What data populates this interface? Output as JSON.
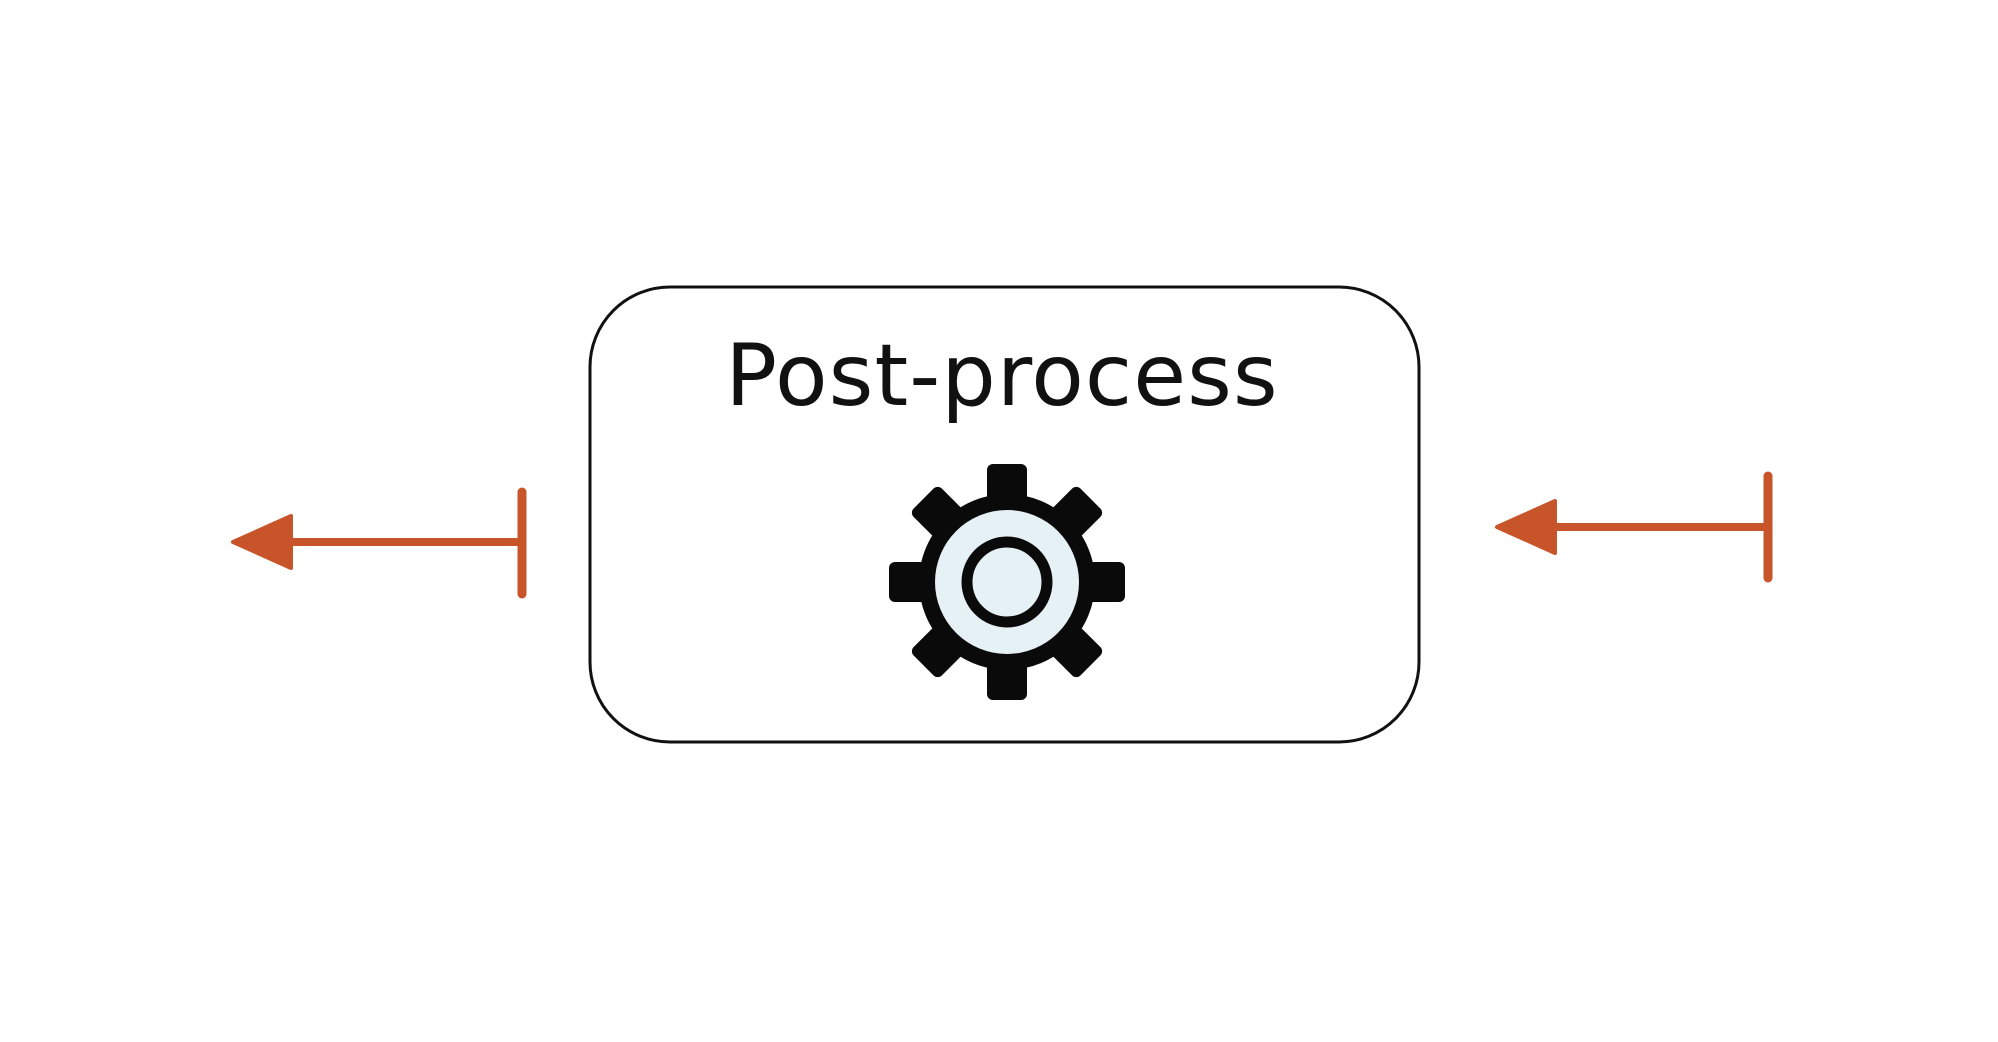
{
  "diagram": {
    "node": {
      "label": "Post-process",
      "icon": "gear-icon"
    },
    "colors": {
      "arrow": "#C8552A",
      "node_stroke": "#111111",
      "node_fill": "#FFFFFF",
      "gear": "#0A0A0A",
      "gear_center": "#E6F1F6"
    },
    "arrows": [
      {
        "name": "output-arrow",
        "direction": "left"
      },
      {
        "name": "input-arrow",
        "direction": "left"
      }
    ]
  }
}
